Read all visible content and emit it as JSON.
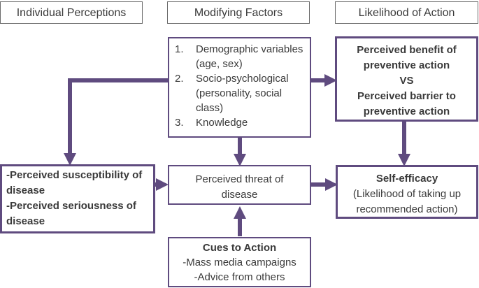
{
  "headers": {
    "individual": "Individual Perceptions",
    "modifying": "Modifying Factors",
    "likelihood": "Likelihood of Action"
  },
  "modifying_factors": [
    {
      "num": "1.",
      "text": "Demographic variables (age, sex)"
    },
    {
      "num": "2.",
      "text": "Socio-psychological (personality, social class)"
    },
    {
      "num": "3.",
      "text": "Knowledge"
    }
  ],
  "benefit_barrier": {
    "line1": "Perceived benefit of preventive action",
    "vs": "VS",
    "line2": "Perceived barrier to preventive action"
  },
  "perceptions": {
    "susceptibility": "-Perceived susceptibility of disease",
    "seriousness": "-Perceived seriousness of disease"
  },
  "threat": "Perceived threat of disease",
  "self_efficacy": {
    "title": "Self-efficacy",
    "detail": "(Likelihood of taking up recommended action)"
  },
  "cues": {
    "title": "Cues to Action",
    "items": [
      "-Mass media campaigns",
      "-Advice from others"
    ]
  },
  "colors": {
    "arrow": "#5f4b7f",
    "box_border": "#5f4b7f",
    "header_border": "#6a6a6a"
  }
}
